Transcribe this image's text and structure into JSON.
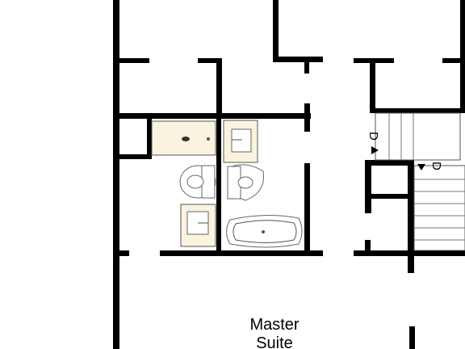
{
  "rooms": {
    "master_suite_line1": "Master",
    "master_suite_line2": "Suite"
  },
  "stairs": {
    "left_marker": "D",
    "right_marker": "D"
  },
  "colors": {
    "wall": "#000000",
    "fixture_fill": "#faf3df",
    "background": "#ffffff"
  }
}
